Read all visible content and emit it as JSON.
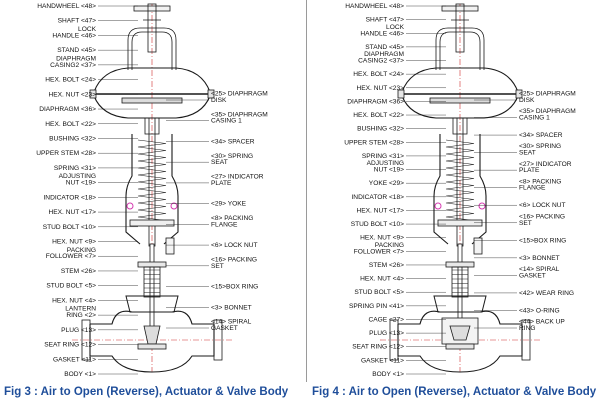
{
  "figures": [
    {
      "caption": "Fig 3 : Air to Open (Reverse), Actuator & Valve Body",
      "labels_left": [
        [
          "HANDWHEEL <48>"
        ],
        [
          "SHAFT <47>"
        ],
        [
          "LOCK",
          "HANDLE <46>"
        ],
        [
          "STAND <45>"
        ],
        [
          "DIAPHRAGM",
          "CASING2 <37>"
        ],
        [
          "HEX. BOLT <24>"
        ],
        [
          "HEX. NUT <23>"
        ],
        [
          "DIAPHRAGM <36>"
        ],
        [
          "HEX. BOLT <22>"
        ],
        [
          "BUSHING <32>"
        ],
        [
          "UPPER STEM <28>"
        ],
        [
          "SPRING <31>"
        ],
        [
          "ADJUSTING",
          "NUT <19>"
        ],
        [
          "INDICATOR <18>"
        ],
        [
          "HEX. NUT <17>"
        ],
        [
          "STUD BOLT <10>"
        ],
        [
          "HEX. NUT <9>"
        ],
        [
          "PACKING",
          "FOLLOWER <7>"
        ],
        [
          "STEM <26>"
        ],
        [
          "STUD BOLT <5>"
        ],
        [
          "HEX. NUT <4>"
        ],
        [
          "LANTERN",
          "RING <2>"
        ],
        [
          "PLUG <13>"
        ],
        [
          "SEAT RING <12>"
        ],
        [
          "GASKET <11>"
        ],
        [
          "BODY <1>"
        ]
      ],
      "labels_right": [
        [
          "<25> DIAPHRAGM",
          "DISK"
        ],
        [
          "<35> DIAPHRAGM",
          "CASING 1"
        ],
        [
          "<34> SPACER"
        ],
        [
          "<30> SPRING",
          "SEAT"
        ],
        [
          "<27> INDICATOR",
          "PLATE"
        ],
        [
          "<29> YOKE"
        ],
        [
          "<8> PACKING",
          "FLANGE"
        ],
        [
          "<6> LOCK NUT"
        ],
        [
          "<16> PACKING",
          "SET"
        ],
        [
          "<15>BOX RING"
        ],
        [
          "<3> BONNET"
        ],
        [
          "<14> SPIRAL",
          "GASKET"
        ]
      ]
    },
    {
      "caption": "Fig 4 : Air to Open (Reverse), Actuator & Valve Body",
      "labels_left": [
        [
          "HANDWHEEL <48>"
        ],
        [
          "SHAFT <47>"
        ],
        [
          "LOCK",
          "HANDLE <46>"
        ],
        [
          "STAND <45>"
        ],
        [
          "DIAPHRAGM",
          "CASING2 <37>"
        ],
        [
          "HEX. BOLT <24>"
        ],
        [
          "HEX. NUT <23>"
        ],
        [
          "DIAPHRAGM <36>"
        ],
        [
          "HEX. BOLT <22>"
        ],
        [
          "BUSHING <32>"
        ],
        [
          "UPPER STEM <28>"
        ],
        [
          "SPRING <31>"
        ],
        [
          "ADJUSTING",
          "NUT <19>"
        ],
        [
          "YOKE <29>"
        ],
        [
          "INDICATOR <18>"
        ],
        [
          "HEX. NUT <17>"
        ],
        [
          "STUD BOLT <10>"
        ],
        [
          "HEX. NUT <9>"
        ],
        [
          "PACKING",
          "FOLLOWER <7>"
        ],
        [
          "STEM <26>"
        ],
        [
          "HEX. NUT <4>"
        ],
        [
          "STUD BOLT <5>"
        ],
        [
          "SPRING PIN <41>"
        ],
        [
          "CAGE <27>"
        ],
        [
          "PLUG <13>"
        ],
        [
          "SEAT RING <12>"
        ],
        [
          "GASKET <11>"
        ],
        [
          "BODY <1>"
        ]
      ],
      "labels_right": [
        [
          "<25> DIAPHRAGM",
          "DISK"
        ],
        [
          "<35> DIAPHRAGM",
          "CASING 1"
        ],
        [
          "<34> SPACER"
        ],
        [
          "<30> SPRING",
          "SEAT"
        ],
        [
          "<27> INDICATOR",
          "PLATE"
        ],
        [
          "<8> PACKING",
          "FLANGE"
        ],
        [
          "<6> LOCK NUT"
        ],
        [
          "<16> PACKING",
          "SET"
        ],
        [
          "<15>BOX RING"
        ],
        [
          "<3> BONNET"
        ],
        [
          "<14> SPIRAL",
          "GASKET"
        ],
        [
          "<42> WEAR RING"
        ],
        [
          "<43> O-RING"
        ],
        [
          "<44> BACK UP",
          "RING"
        ]
      ]
    }
  ],
  "colors": {
    "caption": "#1f4e9a",
    "drawing": "#1a1a1a",
    "centerline": "#d03030",
    "accent": "#d43ab0"
  }
}
